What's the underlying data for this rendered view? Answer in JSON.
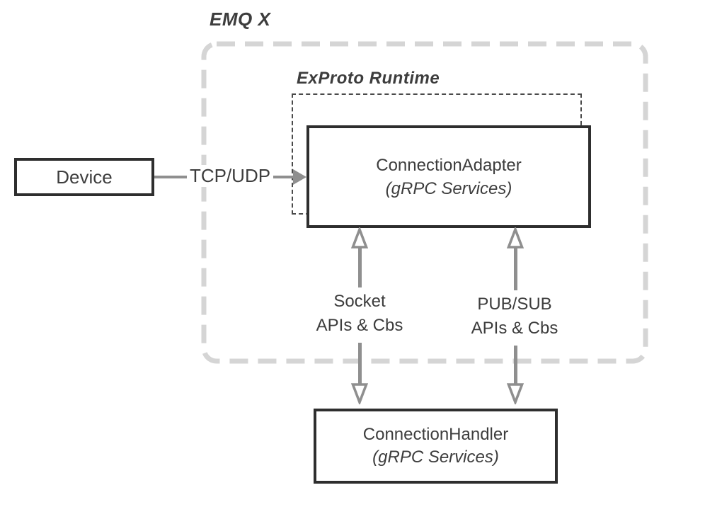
{
  "diagram": {
    "emqx_label": "EMQ X",
    "exproto_label": "ExProto Runtime",
    "device": {
      "title": "Device"
    },
    "adapter": {
      "title": "ConnectionAdapter",
      "subtitle": "(gRPC Services)"
    },
    "handler": {
      "title": "ConnectionHandler",
      "subtitle": "(gRPC Services)"
    },
    "tcp_arrow_label": "TCP/UDP",
    "socket_arrow": {
      "line1": "Socket",
      "line2": "APIs & Cbs"
    },
    "pubsub_arrow": {
      "line1": "PUB/SUB",
      "line2": "APIs & Cbs"
    },
    "colors": {
      "box_border": "#2e2e2e",
      "text": "#3d3d3d",
      "arrow": "#8f8f8f",
      "outer_dashed": "#d5d5d5",
      "inner_dashed": "#4a4a4a",
      "background": "#ffffff"
    }
  }
}
